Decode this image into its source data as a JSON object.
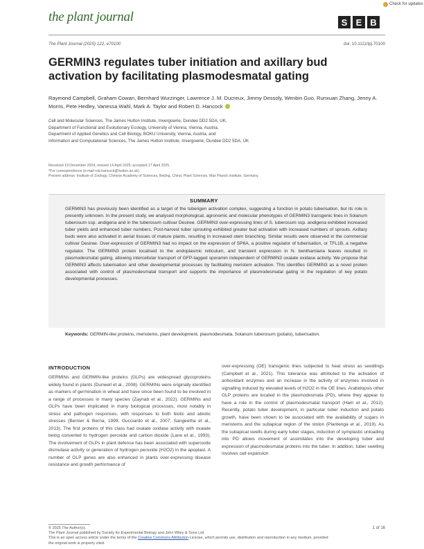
{
  "header": {
    "journal_name": "the plant journal",
    "updates_label": "Check for updates",
    "society_letters": [
      "S",
      "E",
      "B"
    ],
    "citation": "The Plant Journal (2025) 122, e70100",
    "doi": "doi: 10.1111/tpj.70100"
  },
  "article": {
    "title": "GERMIN3 regulates tuber initiation and axillary bud activation by facilitating plasmodesmatal gating",
    "authors": "Raymond Campbell, Graham Cowan, Bernhard Wurzinger, Lawrence J. M. Ducreux, Jimmy Dessoly, Wenbin Guo, Runxuan Zhang, Jenny A. Morris, Pete Hedley, Vanessa Wahl, Mark A. Taylor and Robert D. Hancock",
    "affiliations": [
      "Cell and Molecular Sciences, The James Hutton Institute, Invergowrie, Dundee DD2 5DA, UK,",
      "Department of Functional and Evolutionary Ecology, University of Vienna, Vienna, Austria,",
      "Department of Applied Genetics and Cell Biology, BOKU University, Vienna, Austria, and",
      "Information and Computational Sciences, The James Hutton Institute, Invergowrie, Dundee DD2 5DA, UK"
    ],
    "received": "Received 19 December 2024; revised 14 April 2025; accepted 17 April 2025.",
    "correspondence": "*For correspondence (e-mail rob.hancock@hutton.ac.uk).",
    "present_address": "Present address: Institute of Zoology, Chinese Academy of Sciences, Beijing, China; Plant Sciences, Max Planck Institute, Germany."
  },
  "summary": {
    "heading": "SUMMARY",
    "text": "GERMIN3 has previously been identified as a target of the tuberigen activation complex, suggesting a function in potato tuberisation, but its role is presently unknown. In the present study, we analysed morphological, agronomic and molecular phenotypes of GERMIN3 transgenic lines in Solanum tuberosum ssp. andigena and in the tuberosum cultivar Desiree. GERMIN3 over-expressing lines of S. tuberosum ssp. andigena exhibited increased tuber yields and enhanced tuber numbers. Post-harvest tuber sprouting exhibited greater bud activation with increased numbers of sprouts. Axillary buds were also activated in aerial tissues of mature plants, resulting in increased stem branching. Similar results were observed in the commercial cultivar Desiree. Over-expression of GERMIN3 had no impact on the expression of SP6A, a positive regulator of tuberisation, or TFL1B, a negative regulator. The GERMIN3 protein localised to the endoplasmic reticulum, and transient expression in N. benthamiana leaves resulted in plasmodesmatal gating, allowing intercellular transport of GFP-tagged sporamin independent of GERMIN3 oxalate oxidase activity. We propose that GERMIN3 affects tuberisation and other developmental processes by facilitating meristem activation. This identifies GERMIN3 as a novel protein associated with control of plasmodesmatal transport and supports the importance of plasmodesmatal gating in the regulation of key potato developmental processes.",
    "keywords_label": "Keywords:",
    "keywords": "GERMIN-like proteins, meristems, plant development, plasmodesmata, Solanum tuberosum (potato), tuberisation."
  },
  "intro": {
    "heading": "INTRODUCTION",
    "left_text": "GERMINs and GERMIN-like proteins (GLPs) are widespread glycoproteins widely found in plants (Dunwell et al., 2008). GERMINs were originally identified as markers of germination in wheat and have since been found to be involved in a range of processes in many species (Zaynab et al., 2022). GERMINs and GLPs have been implicated in many biological processes, most notably in stress and pathogen responses, with responses to both biotic and abiotic stresses (Bernier & Berna, 1999; Gucciardo et al., 2007; Sangeetha et al., 2013). The first proteins of this class had oxalate oxidase activity with oxalate being converted to hydrogen peroxide and carbon dioxide (Lane et al., 1993). The involvement of GLPs in plant defence has been associated with superoxide dismutase activity or generation of hydrogen peroxide (H2O2) in the apoplast. A number of GLP genes are also enhanced in plants over-expressing disease resistance and growth performance of",
    "right_text": "over-expressing (OE) transgenic lines subjected to heat stress as seedlings (Campbell et al., 2021). This tolerance was attributed to the activation of antioxidant enzymes and an increase in the activity of enzymes involved in signalling induced by elevated levels of H2O2 in the OE lines. Arabidopsis other GLP proteins are located in the plasmodesmata (PD), where they appear to have a role in the control of plasmodesmatal transport (Ham et al., 2012). Recently, potato tuber development, in particular tuber induction and potato growth, have been shown to be associated with the availability of sugars in meristems and the subapical region of the stolon (Plantenga et al., 2019). As the subapical swells during early tuber stages, induction of symplastic unloading into PD allows movement of assimilates into the developing tuber and expression of plasmodesmatal proteins into the tuber. In addition, tuber swelling involves cell expansion"
  },
  "footer": {
    "copyright": "© 2025 The Author(s).",
    "publisher": "The Plant Journal published by Society for Experimental Biology and John Wiley & Sons Ltd.",
    "license_prefix": "This is an open access article under the terms of the",
    "license_link": "Creative Commons Attribution",
    "license_suffix": "License, which permits use, distribution and reproduction in any medium, provided the original work is properly cited.",
    "page": "1 of 16"
  }
}
